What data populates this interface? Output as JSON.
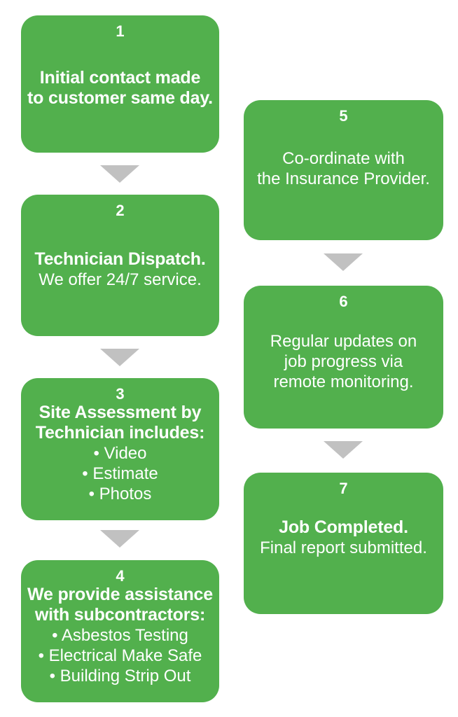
{
  "title": "Job process flowchart",
  "colors": {
    "box_green": "#52B04D",
    "arrow_gray": "#C1C1C1",
    "text_white": "#FFFFFF",
    "background": "#FFFFFF"
  },
  "icons": {
    "down_arrow": "triangle-down"
  },
  "steps": [
    {
      "number": "1",
      "lines": [
        "Initial contact made",
        "to customer same day."
      ]
    },
    {
      "number": "2",
      "lines": [
        "Technician Dispatch.",
        "We offer 24/7 service."
      ]
    },
    {
      "number": "3",
      "lines": [
        "Site Assessment by",
        "Technician includes:",
        "• Video",
        "• Estimate",
        "• Photos"
      ]
    },
    {
      "number": "4",
      "lines": [
        "We provide assistance",
        "with subcontractors:",
        "• Asbestos Testing",
        "• Electrical Make Safe",
        "• Building Strip Out"
      ]
    },
    {
      "number": "5",
      "lines": [
        "Co-ordinate with",
        "the Insurance Provider."
      ]
    },
    {
      "number": "6",
      "lines": [
        "Regular updates on",
        "job progress via",
        "remote monitoring."
      ]
    },
    {
      "number": "7",
      "lines": [
        "Job Completed.",
        "Final report submitted."
      ]
    }
  ]
}
